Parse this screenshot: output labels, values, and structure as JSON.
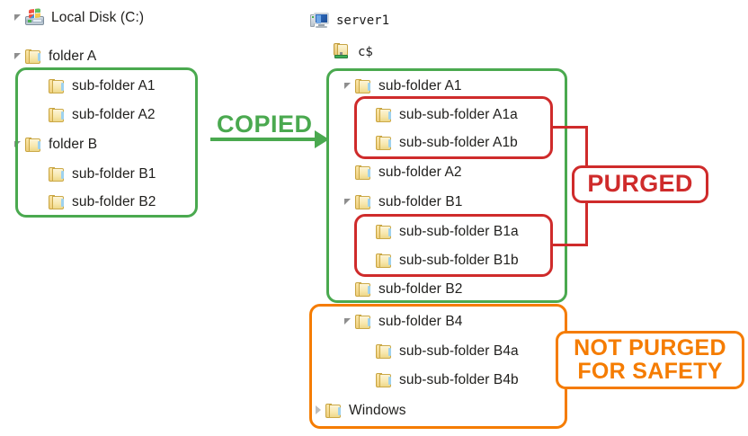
{
  "diagram": {
    "title_left": "Local Disk (C:)",
    "title_right": "server1",
    "annotations": {
      "copied": "COPIED",
      "purged": "PURGED",
      "not_purged_line1": "NOT PURGED",
      "not_purged_line2": "FOR SAFETY"
    },
    "colors": {
      "copied_green": "#4aa94f",
      "purged_red": "#cf2b2b",
      "not_purged_orange": "#f57c00"
    }
  },
  "left_tree": {
    "root": {
      "label": "Local Disk (C:)",
      "icon": "drive-icon",
      "twisty": "open"
    },
    "nodes": [
      {
        "label": "folder A",
        "icon": "folder-icon",
        "twisty": "open",
        "depth": 1
      },
      {
        "label": "sub-folder A1",
        "icon": "folder-icon",
        "twisty": "none",
        "depth": 2
      },
      {
        "label": "sub-folder A2",
        "icon": "folder-icon",
        "twisty": "none",
        "depth": 2
      },
      {
        "label": "folder B",
        "icon": "folder-icon",
        "twisty": "open",
        "depth": 1
      },
      {
        "label": "sub-folder B1",
        "icon": "folder-icon",
        "twisty": "none",
        "depth": 2
      },
      {
        "label": "sub-folder B2",
        "icon": "folder-icon",
        "twisty": "none",
        "depth": 2
      }
    ]
  },
  "right_tree": {
    "root": {
      "label": "server1",
      "icon": "monitor-icon",
      "twisty": "none"
    },
    "share": {
      "label": "c$",
      "icon": "shared-folder-icon",
      "twisty": "none"
    },
    "nodes": [
      {
        "label": "sub-folder A1",
        "icon": "folder-icon",
        "twisty": "open",
        "depth": 1
      },
      {
        "label": "sub-sub-folder A1a",
        "icon": "folder-icon",
        "twisty": "none",
        "depth": 2
      },
      {
        "label": "sub-sub-folder A1b",
        "icon": "folder-icon",
        "twisty": "none",
        "depth": 2
      },
      {
        "label": "sub-folder A2",
        "icon": "folder-icon",
        "twisty": "none",
        "depth": 1
      },
      {
        "label": "sub-folder B1",
        "icon": "folder-icon",
        "twisty": "open",
        "depth": 1
      },
      {
        "label": "sub-sub-folder B1a",
        "icon": "folder-icon",
        "twisty": "none",
        "depth": 2
      },
      {
        "label": "sub-sub-folder B1b",
        "icon": "folder-icon",
        "twisty": "none",
        "depth": 2
      },
      {
        "label": "sub-folder B2",
        "icon": "folder-icon",
        "twisty": "none",
        "depth": 1
      },
      {
        "label": "sub-folder B4",
        "icon": "folder-icon",
        "twisty": "open",
        "depth": 1
      },
      {
        "label": "sub-sub-folder B4a",
        "icon": "folder-icon",
        "twisty": "none",
        "depth": 2
      },
      {
        "label": "sub-sub-folder B4b",
        "icon": "folder-icon",
        "twisty": "none",
        "depth": 2
      },
      {
        "label": "Windows",
        "icon": "folder-icon",
        "twisty": "closed",
        "depth": 0
      }
    ]
  }
}
